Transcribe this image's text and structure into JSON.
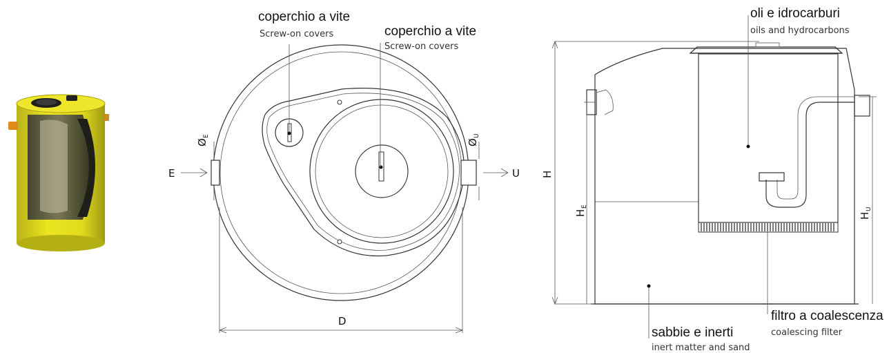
{
  "colors": {
    "tank_yellow": "#e3dc1e",
    "tank_shadow": "#a8a213",
    "window_dark": "#2a2d22",
    "pipe_orange": "#e08a1a",
    "line": "#333333"
  },
  "labels": {
    "cover_small_it": "coperchio a vite",
    "cover_small_en": "Screw-on covers",
    "cover_big_it": "coperchio a vite",
    "cover_big_en": "Screw-on covers",
    "oils_it": "oli e idrocarburi",
    "oils_en": "oils and hydrocarbons",
    "filter_it": "filtro a coalescenza",
    "filter_en": "coalescing filter",
    "sand_it": "sabbie e inerti",
    "sand_en": "inert matter and sand"
  },
  "dimensions": {
    "inlet": "E",
    "outlet": "U",
    "diameter": "D",
    "inlet_dia": "Ø",
    "inlet_dia_sub": "E",
    "outlet_dia": "Ø",
    "outlet_dia_sub": "U",
    "height": "H",
    "inlet_height": "H",
    "inlet_height_sub": "E",
    "outlet_height": "H",
    "outlet_height_sub": "U"
  }
}
